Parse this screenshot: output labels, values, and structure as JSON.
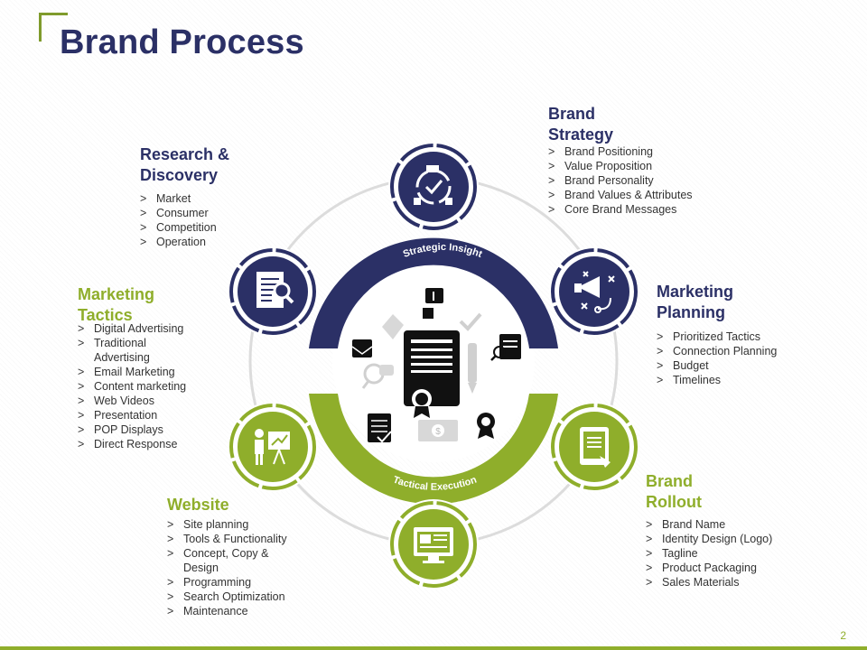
{
  "title": "Brand Process",
  "page_number": "2",
  "colors": {
    "navy": "#2b3066",
    "green": "#8fae2b",
    "ring": "#dcdcdc",
    "gray_icon": "#bdbdbd"
  },
  "center": {
    "top_arc_label": "Strategic Insight",
    "bottom_arc_label": "Tactical Execution",
    "icons": [
      "certificate-icon",
      "briefcase-icon",
      "envelope-icon",
      "pencil-icon",
      "checkmark-icon",
      "document-search-icon",
      "chat-icon",
      "checklist-icon",
      "dollar-bill-icon",
      "award-ribbon-icon"
    ]
  },
  "stages": [
    {
      "id": "research",
      "title": "Research & Discovery",
      "icon": "document-search-icon",
      "color": "navy",
      "items": [
        "Market",
        "Consumer",
        "Competition",
        "Operation"
      ]
    },
    {
      "id": "strategy",
      "title": "Brand Strategy",
      "icon": "target-cycle-icon",
      "color": "navy",
      "items": [
        "Brand Positioning",
        "Value Proposition",
        "Brand Personality",
        "Brand Values & Attributes",
        "Core Brand Messages"
      ]
    },
    {
      "id": "planning",
      "title": "Marketing Planning",
      "icon": "megaphone-strategy-icon",
      "color": "navy",
      "items": [
        "Prioritized Tactics",
        "Connection Planning",
        "Budget",
        "Timelines"
      ]
    },
    {
      "id": "rollout",
      "title": "Brand Rollout",
      "icon": "tablet-touch-icon",
      "color": "green",
      "items": [
        "Brand Name",
        "Identity Design (Logo)",
        "Tagline",
        "Product Packaging",
        "Sales Materials"
      ]
    },
    {
      "id": "website",
      "title": "Website",
      "icon": "monitor-webpage-icon",
      "color": "green",
      "items": [
        "Site planning",
        "Tools & Functionality",
        "Concept, Copy & Design",
        "Programming",
        "Search Optimization",
        "Maintenance"
      ]
    },
    {
      "id": "tactics",
      "title": "Marketing Tactics",
      "icon": "presenter-board-icon",
      "color": "green",
      "items": [
        "Digital Advertising",
        "Traditional Advertising",
        "Email Marketing",
        "Content marketing",
        "Web Videos",
        "Presentation",
        "POP Displays",
        "Direct Response"
      ]
    }
  ]
}
